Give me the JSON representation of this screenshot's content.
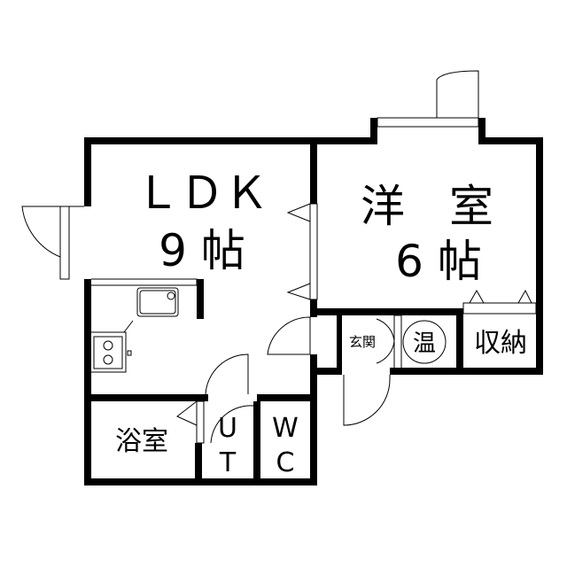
{
  "rooms": {
    "ldk": {
      "name": "ＬＤＫ",
      "size": "9 帖"
    },
    "western": {
      "name": "洋　室",
      "size": "6 帖"
    },
    "bath": {
      "name": "浴室"
    },
    "ut": {
      "line1": "U",
      "line2": "T"
    },
    "wc": {
      "line1": "W",
      "line2": "C"
    },
    "entrance": {
      "name": "玄関"
    },
    "water_heater": {
      "name": "温"
    },
    "storage": {
      "name": "収納"
    }
  },
  "colors": {
    "wall": "#000000",
    "background": "#ffffff"
  }
}
